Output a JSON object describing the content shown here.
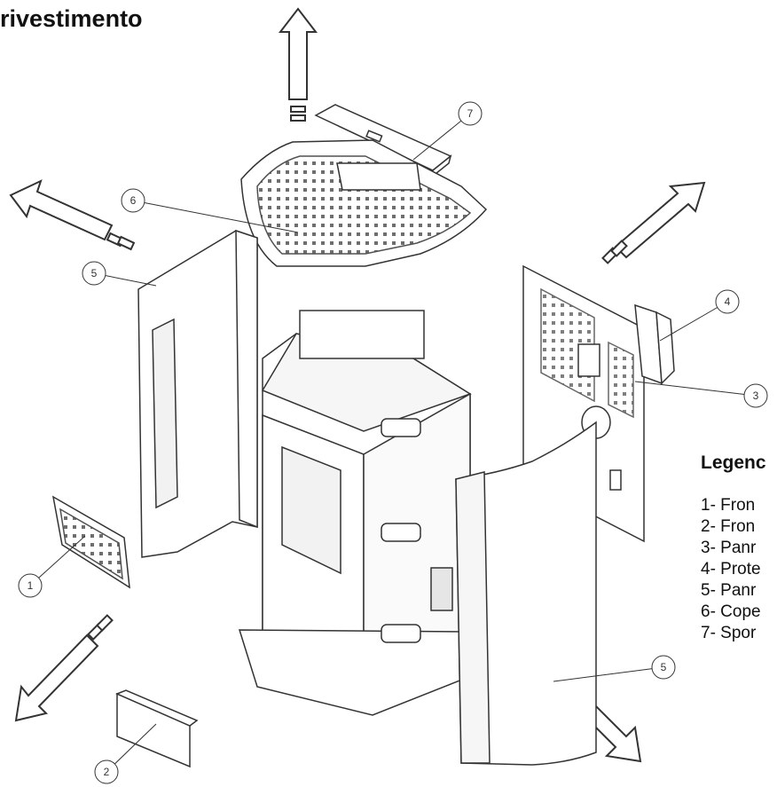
{
  "title": "rivestimento",
  "legend": {
    "title": "Legenc",
    "items": [
      "1- Fron",
      "2- Fron",
      "3- Panr",
      "4- Prote",
      "5- Panr",
      "6- Cope",
      "7- Spor"
    ]
  },
  "callouts": [
    "1",
    "2",
    "3",
    "4",
    "5",
    "5",
    "6",
    "7"
  ],
  "colors": {
    "line": "#333333",
    "paper": "#ffffff",
    "shade": "#e6e6e6"
  }
}
